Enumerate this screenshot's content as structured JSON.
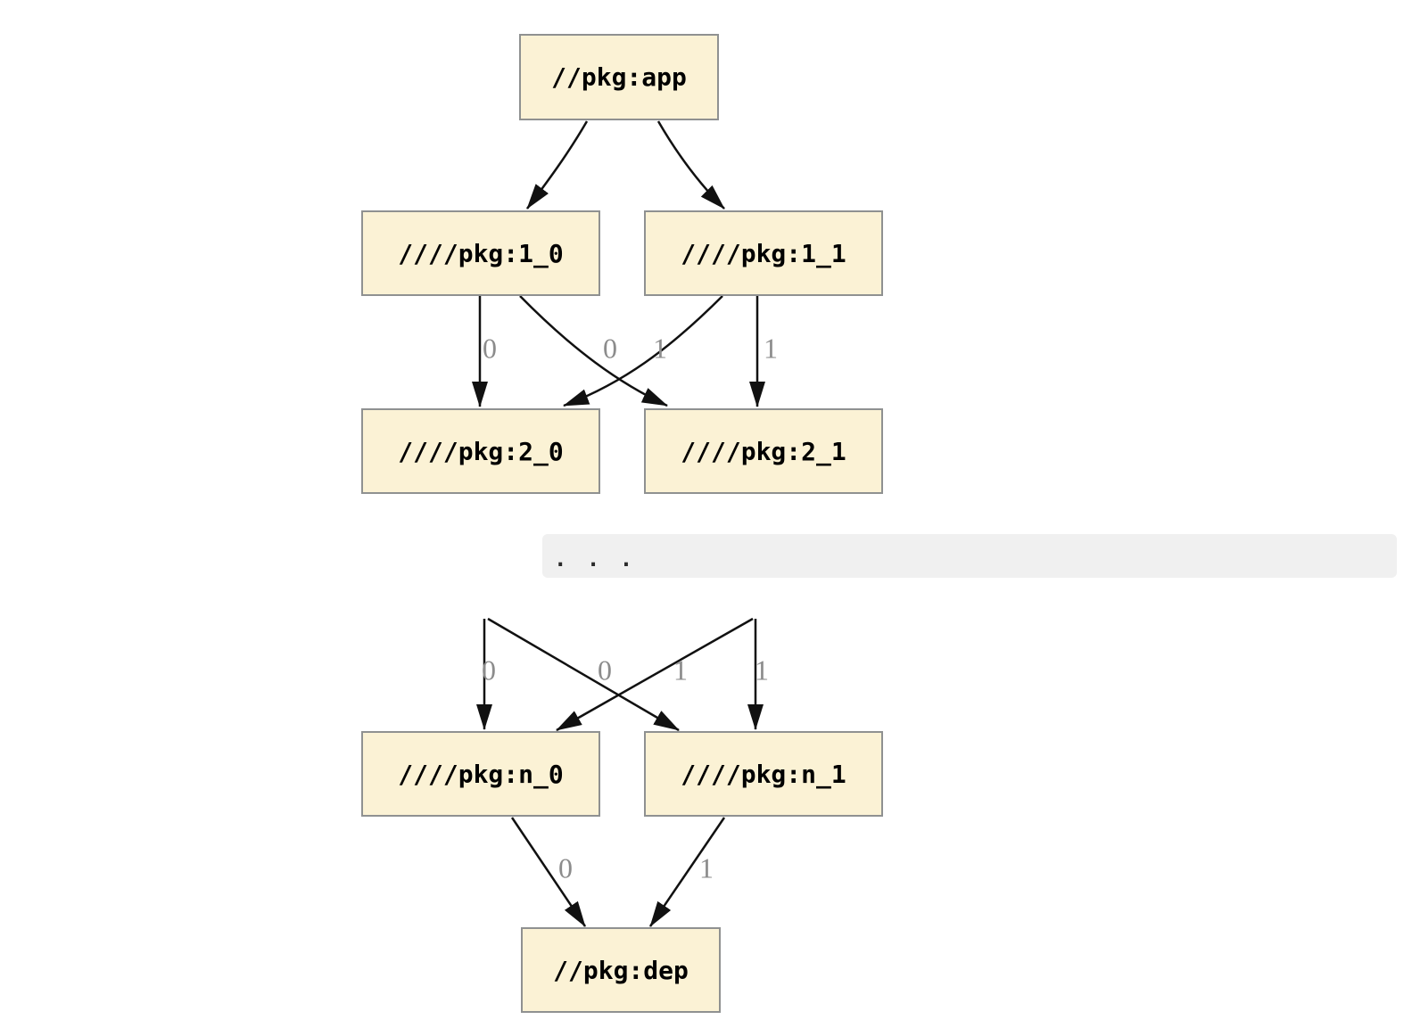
{
  "diagram": {
    "type": "dependency-graph",
    "colors": {
      "background": "#ffffff",
      "node_fill": "#fbf2d5",
      "node_border": "#8f9191",
      "node_text": "#000000",
      "edge": "#111111",
      "edge_label": "#8c8c8c",
      "ellipsis_band_bg": "#f0f0f0",
      "ellipsis_text": "#2b2b2b"
    },
    "nodes": [
      {
        "id": "app",
        "label": "//pkg:app"
      },
      {
        "id": "1_0",
        "label": "////pkg:1_0"
      },
      {
        "id": "1_1",
        "label": "////pkg:1_1"
      },
      {
        "id": "2_0",
        "label": "////pkg:2_0"
      },
      {
        "id": "2_1",
        "label": "////pkg:2_1"
      },
      {
        "id": "n_0",
        "label": "////pkg:n_0"
      },
      {
        "id": "n_1",
        "label": "////pkg:n_1"
      },
      {
        "id": "dep",
        "label": "//pkg:dep"
      }
    ],
    "edges": [
      {
        "from": "//pkg:app",
        "to": "////pkg:1_0",
        "label": ""
      },
      {
        "from": "//pkg:app",
        "to": "////pkg:1_1",
        "label": ""
      },
      {
        "from": "////pkg:1_0",
        "to": "////pkg:2_0",
        "label": "0"
      },
      {
        "from": "////pkg:1_1",
        "to": "////pkg:2_0",
        "label": "0"
      },
      {
        "from": "////pkg:1_0",
        "to": "////pkg:2_1",
        "label": "1"
      },
      {
        "from": "////pkg:1_1",
        "to": "////pkg:2_1",
        "label": "1"
      },
      {
        "from": "...",
        "to": "////pkg:n_0",
        "label": "0"
      },
      {
        "from": "...",
        "to": "////pkg:n_0",
        "label": "0"
      },
      {
        "from": "...",
        "to": "////pkg:n_1",
        "label": "1"
      },
      {
        "from": "...",
        "to": "////pkg:n_1",
        "label": "1"
      },
      {
        "from": "////pkg:n_0",
        "to": "//pkg:dep",
        "label": "0"
      },
      {
        "from": "////pkg:n_1",
        "to": "//pkg:dep",
        "label": "1"
      }
    ],
    "ellipsis": ". . ."
  }
}
